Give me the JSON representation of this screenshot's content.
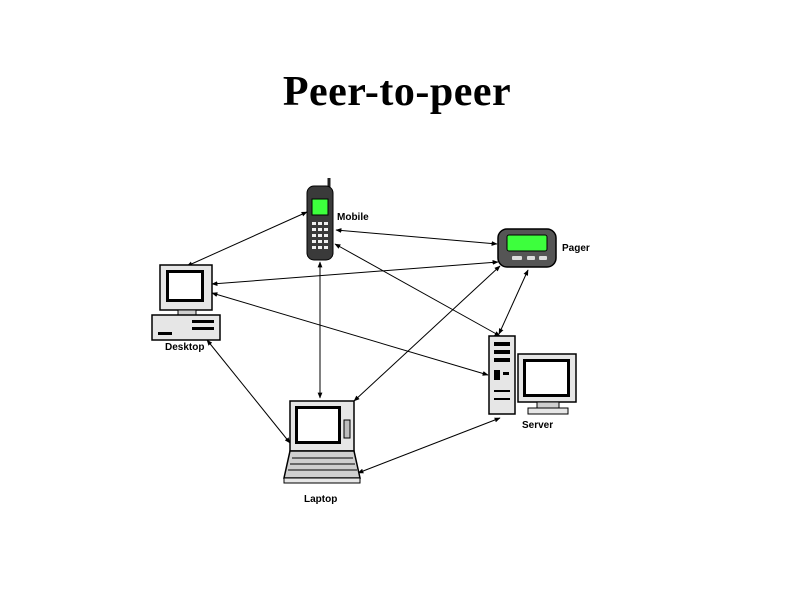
{
  "title": "Peer-to-peer",
  "nodes": {
    "mobile": "Mobile",
    "pager": "Pager",
    "desktop": "Desktop",
    "server": "Server",
    "laptop": "Laptop"
  },
  "colors": {
    "screen_glow": "#3dff3d",
    "device_body": "#3a3a3a",
    "line": "#000000"
  },
  "icons": [
    "mobile-phone-icon",
    "pager-icon",
    "desktop-computer-icon",
    "server-computer-icon",
    "laptop-icon"
  ]
}
